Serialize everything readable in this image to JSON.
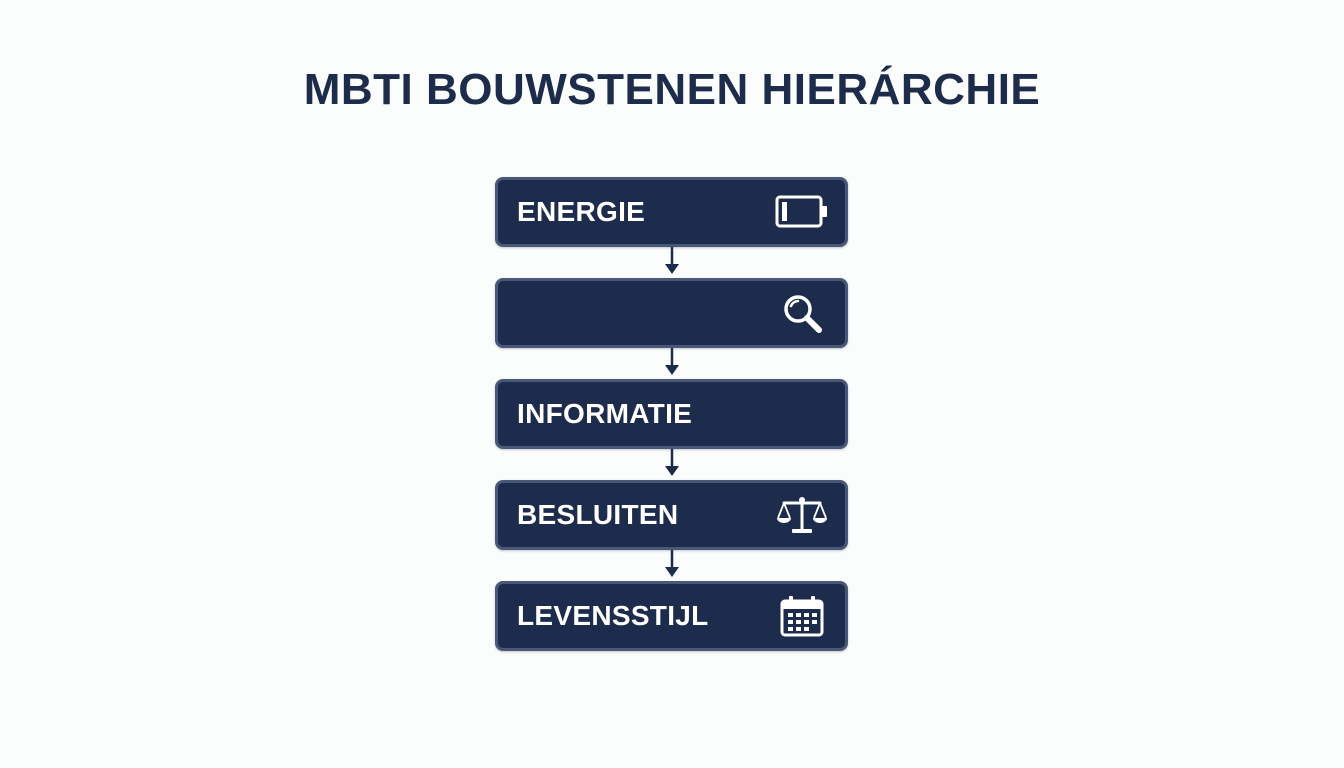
{
  "title": "MBTI BOUWSTENEN HIERÁRCHIE",
  "colors": {
    "background": "#fbfcfc",
    "title": "#1c2c4a",
    "block_fill": "#1d2c4c",
    "block_border": "#4a5878",
    "block_text": "#ffffff",
    "arrow": "#1d2c4c"
  },
  "blocks": [
    {
      "label": "ENERGIE",
      "icon": "battery-icon"
    },
    {
      "label": "",
      "icon": "magnifier-icon"
    },
    {
      "label": "INFORMATIE",
      "icon": ""
    },
    {
      "label": "BESLUITEN",
      "icon": "scales-icon"
    },
    {
      "label": "LEVENSSTIJL",
      "icon": "calendar-icon"
    }
  ]
}
